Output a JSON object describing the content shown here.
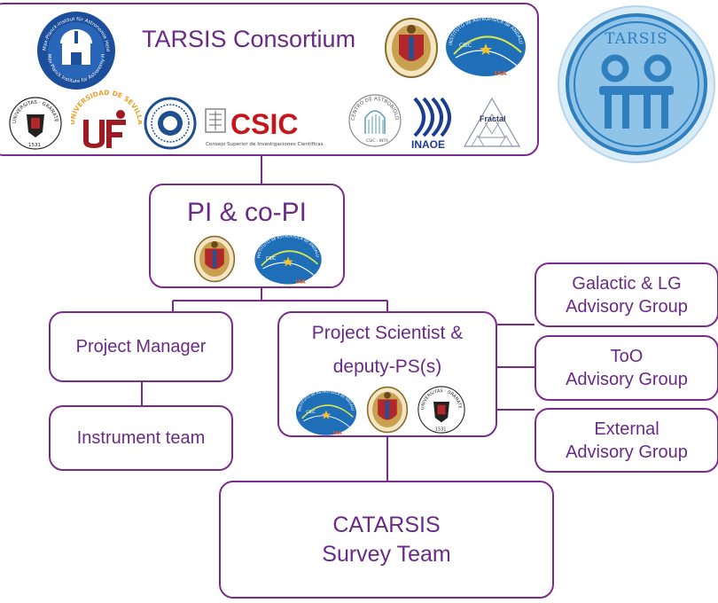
{
  "consortium": {
    "title": "TARSIS Consortium",
    "logos": {
      "mpia_top": "Max-Planck-Institut für Astronomie Heidelberg",
      "mpia_bottom": "Max Planck Institute for Astronomy Heidelberg",
      "csic_text": "CSIC",
      "csic_sub": "Consejo Superior de Investigaciones Científicas",
      "cab_text": "CENTRO DE ASTROBIOLOGÍA",
      "cab_sub": "CSIC · INTA",
      "inaoe_text": "INAOE",
      "fractal_text": "Fractal",
      "iaa_text": "IAA",
      "iaa_csic": "CSIC",
      "iaa_ring": "INSTITUTO de ASTROFÍSICA de ANDALUCÍA",
      "sevilla_text": "UNIVERSIDAD DE SEVILLA",
      "ugr_ring": "UNIVERSITAS · GRANATENSIS",
      "ugr_year": "1531"
    }
  },
  "pi": {
    "title": "PI & co-PI"
  },
  "project_manager": {
    "label": "Project Manager"
  },
  "instrument_team": {
    "label": "Instrument team"
  },
  "project_scientist": {
    "line1": "Project Scientist &",
    "line2": "deputy-PS(s)"
  },
  "advisory_groups": [
    {
      "line1": "Galactic & LG",
      "line2": "Advisory Group"
    },
    {
      "line1": "ToO",
      "line2": "Advisory Group"
    },
    {
      "line1": "External",
      "line2": "Advisory Group"
    }
  ],
  "catarsis": {
    "line1": "CATARSIS",
    "line2": "Survey Team"
  },
  "emblem": {
    "text": "TARSIS"
  },
  "colors": {
    "accent": "#6a2a86",
    "border": "#7a2c8c",
    "emblem_blue": "#2f7fbf",
    "emblem_light": "#8fc3e8",
    "iaa_blue": "#1f6fb8"
  }
}
